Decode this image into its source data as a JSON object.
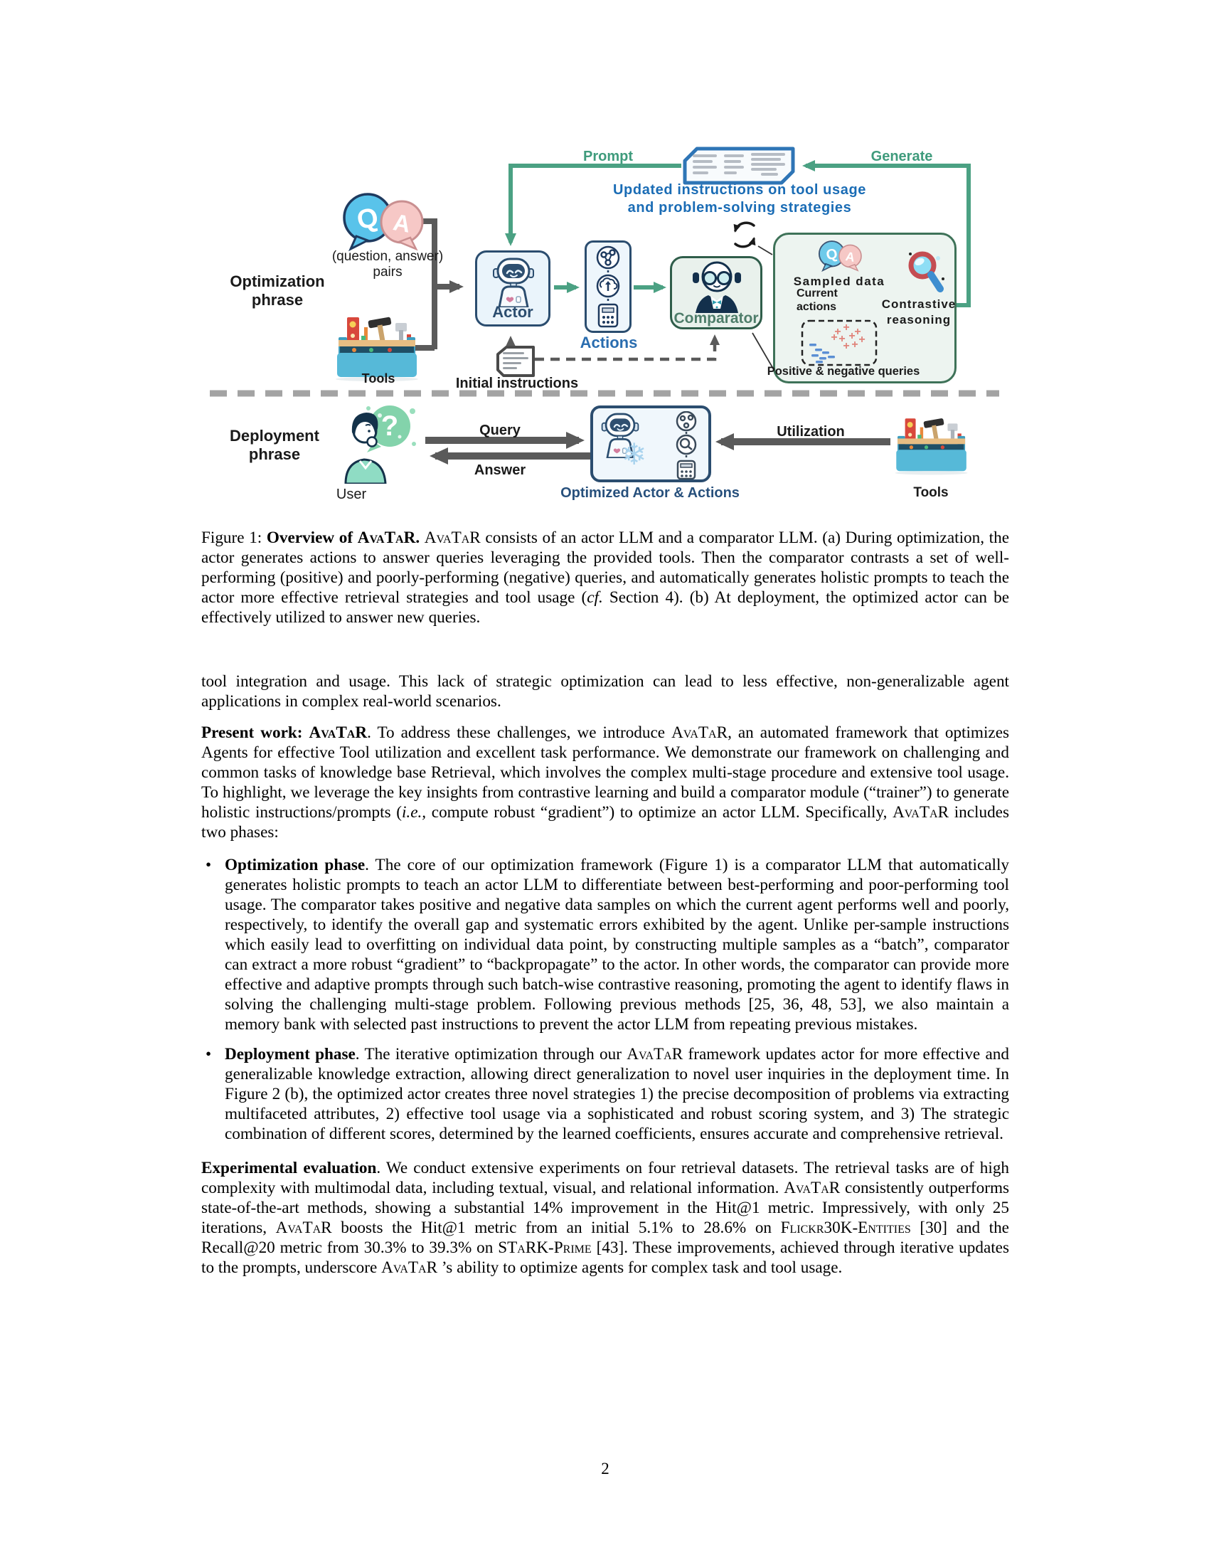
{
  "figure": {
    "optimization_label": [
      "Optimization",
      "phrase"
    ],
    "deployment_label": [
      "Deployment",
      "phrase"
    ],
    "qa_pairs_label": [
      "(question, answer)",
      "pairs"
    ],
    "tools_label_top": "Tools",
    "tools_label_bottom": "Tools",
    "prompt_label": "Prompt",
    "generate_label": "Generate",
    "updated_instructions": [
      "Updated instructions on tool usage",
      "and problem-solving strategies"
    ],
    "actor_label": "Actor",
    "actions_label": "Actions",
    "comparator_label": "Comparator",
    "initial_instructions_label": "Initial instructions",
    "sampled_data_label": "Sampled data",
    "current_actions_label": [
      "Current",
      "actions"
    ],
    "contrastive_label": [
      "Contrastive",
      "reasoning"
    ],
    "pos_neg_label": "Positive  & negative queries",
    "user_label": "User",
    "query_label": "Query",
    "answer_label": "Answer",
    "optimized_label": "Optimized Actor & Actions",
    "utilization_label": "Utilization",
    "colors": {
      "accent_green": "#4ba183",
      "label_teal": "#3f9b7c",
      "instruction_blue": "#1a6cb5",
      "actor_border_blue": "#2b4d6f",
      "comparator_green": "#2f5d4a",
      "positive_red": "#e0837a",
      "negative_blue": "#5b8fd4",
      "toolbox_teal": "#56b9d8"
    }
  },
  "caption": [
    [
      "",
      "Figure 1: "
    ],
    [
      "b",
      "Overview of "
    ],
    [
      "b sc",
      "AvaTaR"
    ],
    [
      "b",
      ". "
    ],
    [
      "sc",
      "AvaTaR"
    ],
    [
      "",
      " consists of an actor LLM and a comparator LLM. (a) During optimization, the actor generates actions to answer queries leveraging the provided tools. Then the comparator contrasts a set of well-performing (positive) and poorly-performing (negative) queries, and automatically generates holistic prompts to teach the actor more effective retrieval strategies and tool usage ("
    ],
    [
      "i",
      "cf."
    ],
    [
      "",
      " Section 4). (b) At deployment, the optimized actor can be effectively utilized to answer new queries."
    ]
  ],
  "paragraphs": {
    "intro": [
      [
        "",
        "tool integration and usage.  This lack of strategic optimization can lead to less effective, non-generalizable agent applications in complex real-world scenarios."
      ]
    ],
    "present_work": [
      [
        "b",
        "Present work: "
      ],
      [
        "b sc",
        "AvaTaR"
      ],
      [
        "",
        ". To address these challenges, we introduce "
      ],
      [
        "sc",
        "AvaTaR"
      ],
      [
        "",
        ", an automated framework that optimizes Agents for effective Tool utilization and excellent task performance.  We demonstrate our framework on challenging and common tasks of knowledge base Retrieval, which involves the complex multi-stage procedure and extensive tool usage. To highlight, we leverage the key insights from contrastive learning and build a comparator module (“trainer”) to generate holistic instructions/prompts ("
      ],
      [
        "i",
        "i.e.,"
      ],
      [
        "",
        " compute robust “gradient”) to optimize an actor LLM.  Specifically, "
      ],
      [
        "sc",
        "AvaTaR"
      ],
      [
        "",
        " includes two phases:"
      ]
    ],
    "bullet_optimization": [
      [
        "b",
        "Optimization phase"
      ],
      [
        "",
        ". The core of our optimization framework (Figure 1) is a comparator LLM that automatically generates holistic prompts to teach an actor LLM to differentiate between best-performing and poor-performing tool usage. The comparator takes positive and negative data samples on which the current agent performs well and poorly, respectively, to identify the overall gap and systematic errors exhibited by the agent. Unlike per-sample instructions which easily lead to overfitting on individual data point, by constructing multiple samples as a “batch”, comparator can extract a more robust “gradient” to “backpropagate” to the actor. In other words, the comparator can provide more effective and adaptive prompts through such batch-wise contrastive reasoning, promoting the agent to identify flaws in solving the challenging multi-stage problem.  Following previous methods [25, 36, 48, 53], we also maintain a memory bank with selected past instructions to prevent the actor LLM from repeating previous mistakes."
      ]
    ],
    "bullet_deployment": [
      [
        "b",
        "Deployment phase"
      ],
      [
        "",
        ". The iterative optimization through our "
      ],
      [
        "sc",
        "AvaTaR"
      ],
      [
        "",
        " framework updates actor for more effective and generalizable knowledge extraction, allowing direct generalization to novel user inquiries in the deployment time. In Figure 2 (b), the optimized actor creates three novel strategies 1) the precise decomposition of problems via extracting multifaceted attributes, 2) effective tool usage via a sophisticated and robust scoring system, and 3) The strategic combination of different scores, determined by the learned coefficients, ensures accurate and comprehensive retrieval."
      ]
    ],
    "experimental": [
      [
        "b",
        "Experimental evaluation"
      ],
      [
        "",
        ".  We conduct extensive experiments on four retrieval datasets.  The retrieval tasks are of high complexity with multimodal data, including textual, visual, and relational information. "
      ],
      [
        "sc",
        "AvaTaR"
      ],
      [
        "",
        " consistently outperforms state-of-the-art methods, showing a substantial 14% improvement in the Hit@1 metric. Impressively, with only 25 iterations, "
      ],
      [
        "sc",
        "AvaTaR"
      ],
      [
        "",
        " boosts the Hit@1 metric from an initial 5.1% to 28.6% on "
      ],
      [
        "sc",
        "Flickr30K-Entities"
      ],
      [
        "",
        " [30] and the Recall@20 metric from 30.3% to 39.3% on "
      ],
      [
        "sc",
        "STaRK-Prime"
      ],
      [
        "",
        " [43]. These improvements, achieved through iterative updates to the prompts, underscore "
      ],
      [
        "sc",
        "AvaTaR"
      ],
      [
        "",
        " ’s ability to optimize agents for complex task and tool usage."
      ]
    ]
  },
  "bullets": {
    "marker": "•"
  },
  "page_number": "2"
}
